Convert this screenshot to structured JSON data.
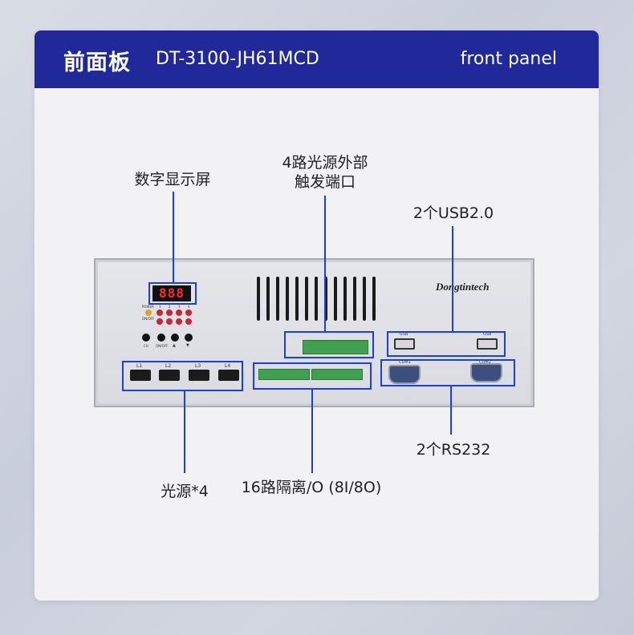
{
  "header": {
    "title": "前面板",
    "model": "DT-3100-JH61MCD",
    "subtitle": "front panel"
  },
  "device": {
    "brand": "Dongtintech",
    "display_value": "888",
    "power_label": "POWER",
    "onoff_label": "ON/OFF",
    "ch_label": "CH",
    "onoff_btn_label": "ON/OFF",
    "up_label": "▲",
    "down_label": "▼",
    "usb1_label": "USB",
    "usb2_label": "USB",
    "com1_label": "COM1",
    "com2_label": "COM2",
    "light_labels": [
      "L1",
      "L2",
      "L3",
      "L4"
    ],
    "led_numbers": [
      "1",
      "2",
      "3",
      "4"
    ]
  },
  "callouts": {
    "display": "数字显示屏",
    "trigger_line1": "4路光源外部",
    "trigger_line2": "触发端口",
    "usb": "2个USB2.0",
    "lights": "光源*4",
    "io": "16路隔离/O (8I/8O)",
    "rs232": "2个RS232"
  },
  "colors": {
    "header_bg": "#20289a",
    "callout_line": "#1e40d8"
  }
}
